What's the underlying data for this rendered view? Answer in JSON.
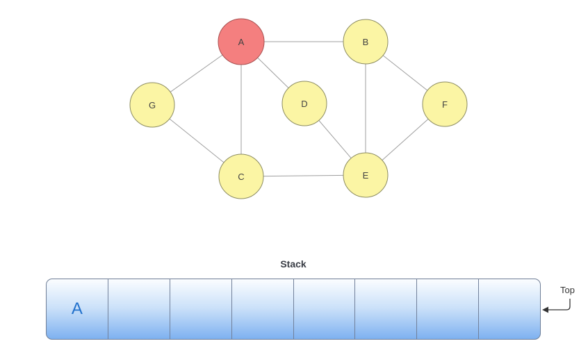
{
  "graph": {
    "nodes": [
      {
        "id": "A",
        "label": "A",
        "highlighted": true
      },
      {
        "id": "B",
        "label": "B",
        "highlighted": false
      },
      {
        "id": "G",
        "label": "G",
        "highlighted": false
      },
      {
        "id": "D",
        "label": "D",
        "highlighted": false
      },
      {
        "id": "F",
        "label": "F",
        "highlighted": false
      },
      {
        "id": "C",
        "label": "C",
        "highlighted": false
      },
      {
        "id": "E",
        "label": "E",
        "highlighted": false
      }
    ],
    "edges": [
      {
        "from": "A",
        "to": "B"
      },
      {
        "from": "A",
        "to": "G"
      },
      {
        "from": "A",
        "to": "D"
      },
      {
        "from": "A",
        "to": "C"
      },
      {
        "from": "B",
        "to": "E"
      },
      {
        "from": "B",
        "to": "F"
      },
      {
        "from": "G",
        "to": "C"
      },
      {
        "from": "D",
        "to": "E"
      },
      {
        "from": "C",
        "to": "E"
      },
      {
        "from": "E",
        "to": "F"
      }
    ],
    "colors": {
      "highlighted_fill": "#F47F7F",
      "highlighted_stroke": "#A85151",
      "default_fill": "#FBF5A4",
      "default_stroke": "#8B8B60",
      "edge": "#9E9E9E",
      "label": "#424242"
    }
  },
  "stack": {
    "title": "Stack",
    "cells": [
      "A",
      "",
      "",
      "",
      "",
      "",
      "",
      ""
    ],
    "pointer_label": "Top",
    "colors": {
      "gradient_top": "#FBFDFF",
      "gradient_bottom": "#7EB1F0",
      "border": "#6F7E96",
      "value_text": "#2271CC",
      "title_text": "#383C44"
    }
  }
}
